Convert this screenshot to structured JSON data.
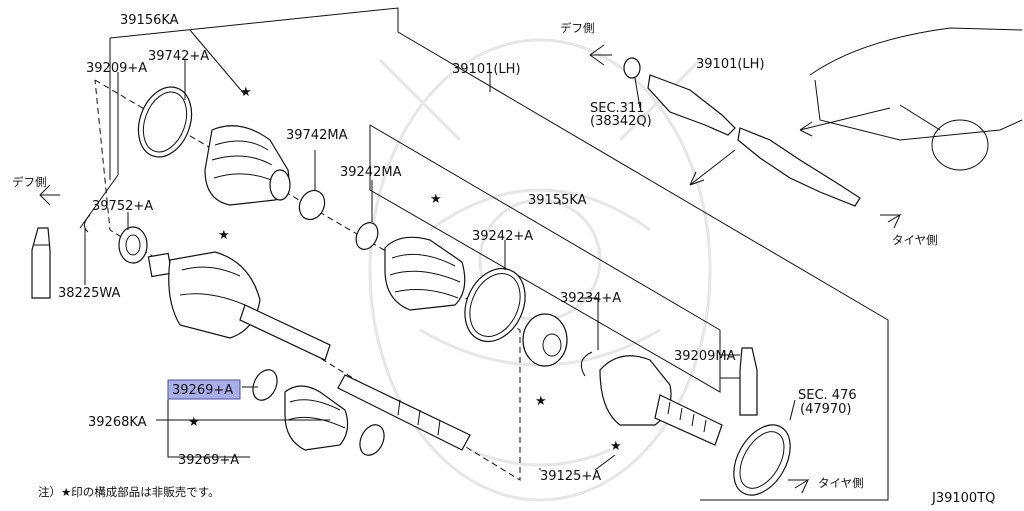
{
  "diagram_code": "J39100TQ",
  "footnote": "注）★印の構成部品は非販売です。",
  "star_symbol": "★",
  "labels": {
    "p39156KA": "39156KA",
    "p39742A": "39742+A",
    "p39209A": "39209+A",
    "p39742MA": "39742MA",
    "p39101LH_a": "39101(LH)",
    "p39242MA": "39242MA",
    "p39155KA": "39155KA",
    "p39752A": "39752+A",
    "p39242A": "39242+A",
    "p39234A": "39234+A",
    "p38225WA": "38225WA",
    "p39209MA": "39209MA",
    "p39269A_top": "39269+A",
    "p39268KA": "39268KA",
    "p39269A_bot": "39269+A",
    "p39125A": "39125+A",
    "sec476": "SEC. 476",
    "sec476_sub": "(47970)",
    "p39101LH_b": "39101(LH)",
    "sec311": "SEC.311",
    "sec311_sub": "(38342Q)",
    "diff_side_top": "デフ側",
    "diff_side_left": "デフ側",
    "tire_side_right": "タイヤ側",
    "tire_side_bottom": "タイヤ側"
  },
  "highlight_color": "#a9aee8"
}
